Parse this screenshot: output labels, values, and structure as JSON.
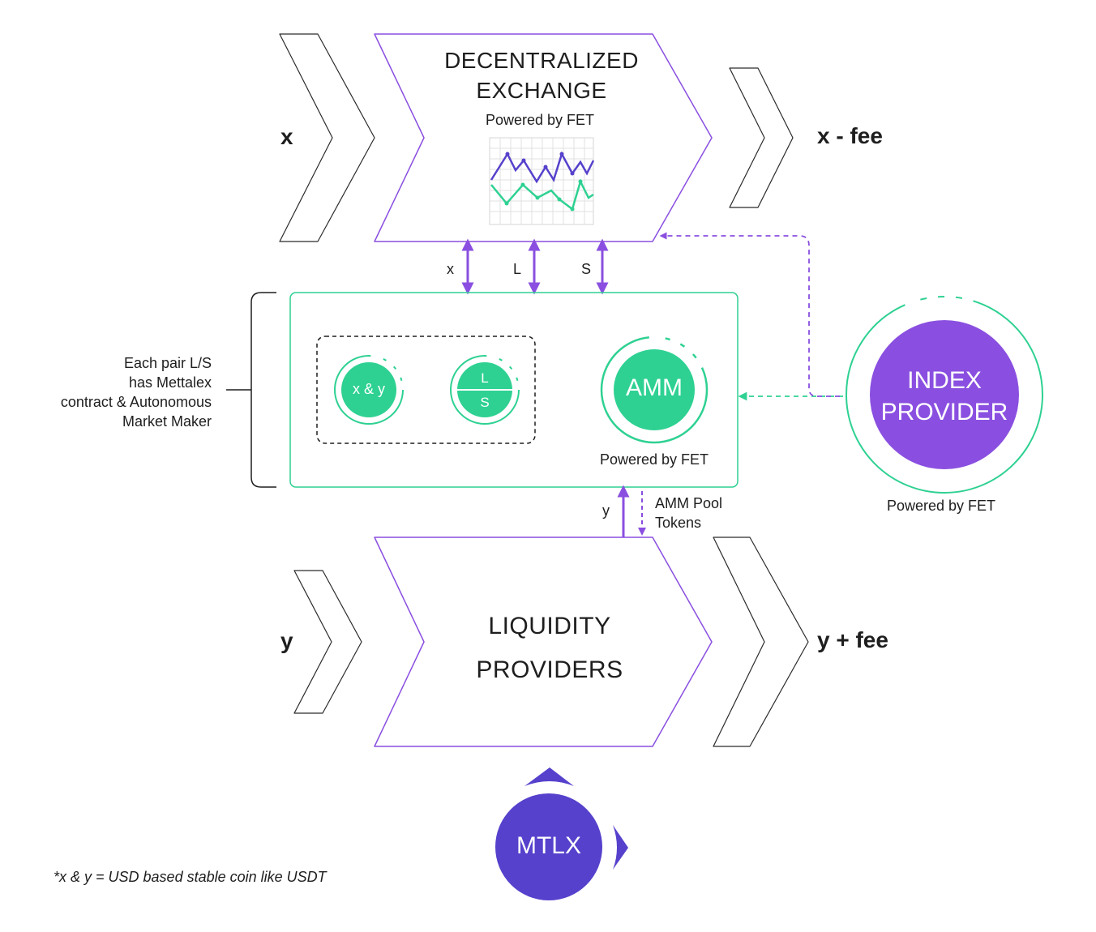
{
  "exchange": {
    "title_line1": "DECENTRALIZED",
    "title_line2": "EXCHANGE",
    "powered": "Powered by FET",
    "input_label": "x",
    "output_label": "x - fee"
  },
  "connectors": {
    "x": "x",
    "l": "L",
    "s": "S",
    "y": "y",
    "pool_line1": "AMM Pool",
    "pool_line2": "Tokens"
  },
  "contract": {
    "desc_line1": "Each pair L/S",
    "desc_line2": "has Mettalex",
    "desc_line3": "contract & Autonomous",
    "desc_line4": "Market Maker",
    "xy_label": "x & y",
    "l_label": "L",
    "s_label": "S",
    "amm_label": "AMM",
    "amm_powered": "Powered by FET"
  },
  "index_provider": {
    "line1": "INDEX",
    "line2": "PROVIDER",
    "powered": "Powered by FET"
  },
  "liquidity": {
    "title_line1": "LIQUIDITY",
    "title_line2": "PROVIDERS",
    "input_label": "y",
    "output_label": "y + fee"
  },
  "mtlx": {
    "label": "MTLX"
  },
  "footnote": "*x & y = USD based stable coin like USDT",
  "colors": {
    "purple": "#8a4fe0",
    "green": "#2ed192",
    "dark_purple": "#5541cc",
    "outline_gray": "#2b2b2b"
  }
}
